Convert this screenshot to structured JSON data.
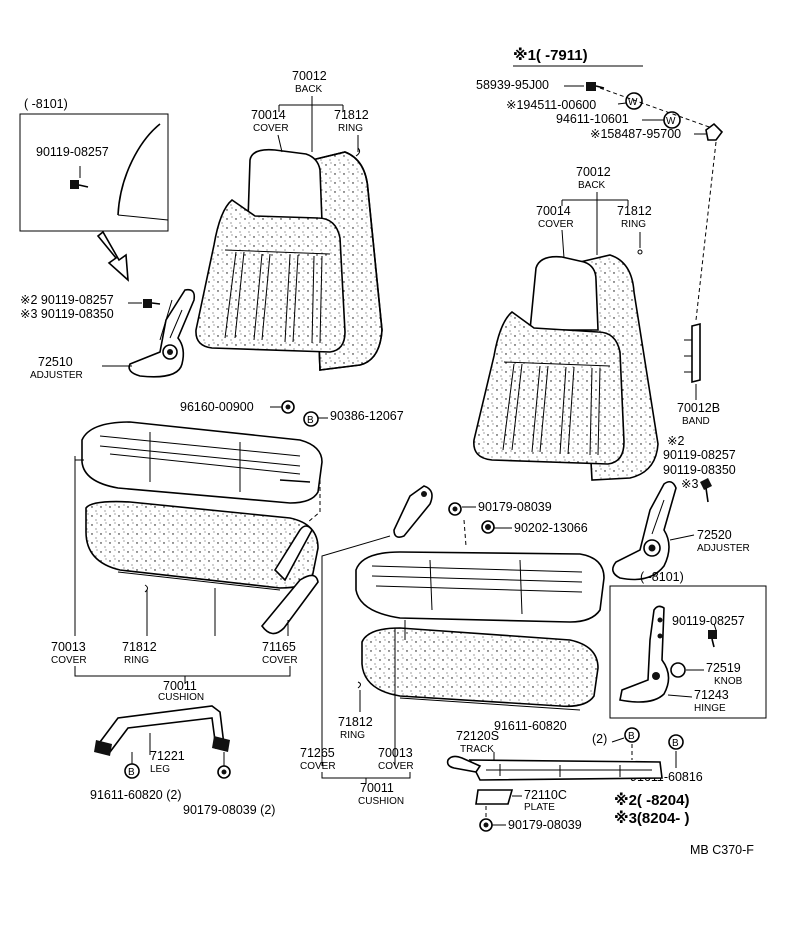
{
  "left_back": {
    "pn_back": "70012",
    "nm_back": "BACK",
    "pn_cover": "70014",
    "nm_cover": "COVER",
    "pn_ring": "71812",
    "nm_ring": "RING"
  },
  "left_inset": {
    "range": "(       -8101)",
    "pn_bolt": "90119-08257"
  },
  "left_adjuster": {
    "pn_bolt_a": "※2 90119-08257",
    "pn_bolt_b": "※3 90119-08350",
    "pn": "72510",
    "nm": "ADJUSTER"
  },
  "left_cushion": {
    "pn_nut": "96160-00900",
    "pn_clip": "90386-12067",
    "pn_cover": "70013",
    "nm_cover": "COVER",
    "pn_ring": "71812",
    "nm_ring": "RING",
    "pn_cover2": "71165",
    "nm_cover2": "COVER",
    "pn_cushion": "70011",
    "nm_cushion": "CUSHION"
  },
  "left_leg": {
    "pn": "71221",
    "nm": "LEG",
    "pn_bolt": "91611-60820 (2)",
    "pn_nut": "90179-08039 (2)"
  },
  "right_top": {
    "range": "※1(       -7911)",
    "pn_a": "58939-95J00",
    "pn_b": "※194511-00600",
    "pn_c": "94611-10601",
    "pn_d": "※158487-95700"
  },
  "right_back": {
    "pn_back": "70012",
    "nm_back": "BACK",
    "pn_cover": "70014",
    "nm_cover": "COVER",
    "pn_ring": "71812",
    "nm_ring": "RING",
    "pn_band": "70012B",
    "nm_band": "BAND"
  },
  "right_adjuster": {
    "mark_a": "※2",
    "pn_bolt_a": "90119-08257",
    "pn_bolt_b": "90119-08350",
    "mark_b": "※3",
    "pn": "72520",
    "nm": "ADJUSTER"
  },
  "right_inset": {
    "range": "(       -8101)",
    "pn_bolt": "90119-08257",
    "pn_knob": "72519",
    "nm_knob": "KNOB",
    "pn_hinge": "71243",
    "nm_hinge": "HINGE"
  },
  "right_cushion": {
    "pn_nut": "90179-08039",
    "pn_washer": "90202-13066",
    "pn_ring": "71812",
    "nm_ring": "RING",
    "pn_cover": "71265",
    "nm_cover": "COVER",
    "pn_cover2": "70013",
    "nm_cover2": "COVER",
    "pn_cushion": "70011",
    "nm_cushion": "CUSHION"
  },
  "right_track": {
    "pn_bolt_a": "91611-60820",
    "qty_a": "(2)",
    "pn_track": "72120S",
    "nm_track": "TRACK",
    "pn_bolt_b": "91611-60816",
    "pn_plate": "72110C",
    "nm_plate": "PLATE",
    "pn_nut": "90179-08039"
  },
  "legend": {
    "line_a": "※2(       -8204)",
    "line_b": "※3(8204-       )"
  },
  "footer": {
    "code": "MB  C370-F"
  },
  "marks": {
    "bolt_letter": "B",
    "washer_letter": "W"
  }
}
